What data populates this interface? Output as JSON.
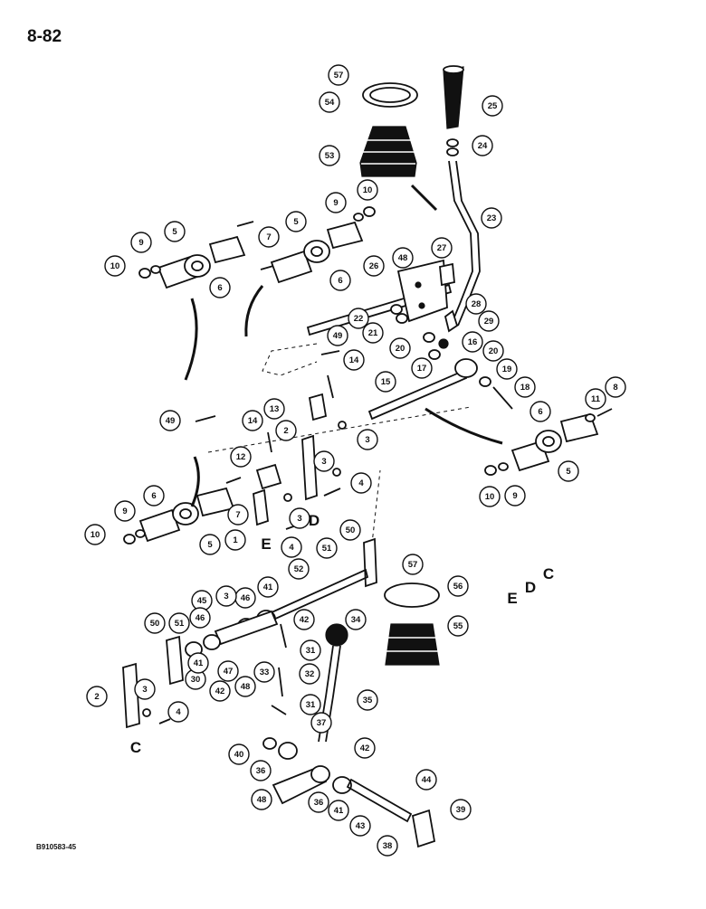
{
  "page_number": "8-82",
  "figure_code": "B910583-45",
  "letters": [
    {
      "id": "D-upper",
      "text": "D"
    },
    {
      "id": "E-upper",
      "text": "E"
    },
    {
      "id": "C-lower",
      "text": "C"
    },
    {
      "id": "E-right",
      "text": "E"
    },
    {
      "id": "D-right",
      "text": "D"
    },
    {
      "id": "C-right",
      "text": "C"
    }
  ],
  "callouts": [
    "57",
    "54",
    "25",
    "24",
    "53",
    "23",
    "10",
    "9",
    "5",
    "7",
    "5",
    "9",
    "10",
    "6",
    "6",
    "48",
    "27",
    "26",
    "28",
    "22",
    "21",
    "29",
    "16",
    "20",
    "17",
    "20",
    "19",
    "18",
    "15",
    "49",
    "14",
    "13",
    "3",
    "11",
    "8",
    "49",
    "14",
    "2",
    "6",
    "12",
    "3",
    "4",
    "5",
    "7",
    "6",
    "9",
    "10",
    "5",
    "1",
    "3",
    "4",
    "50",
    "51",
    "52",
    "57",
    "56",
    "41",
    "46",
    "45",
    "3",
    "50",
    "51",
    "46",
    "42",
    "34",
    "55",
    "31",
    "30",
    "41",
    "42",
    "47",
    "48",
    "33",
    "32",
    "2",
    "3",
    "4",
    "31",
    "35",
    "37",
    "42",
    "40",
    "36",
    "44",
    "48",
    "36",
    "41",
    "43",
    "39",
    "38",
    "10",
    "9"
  ]
}
